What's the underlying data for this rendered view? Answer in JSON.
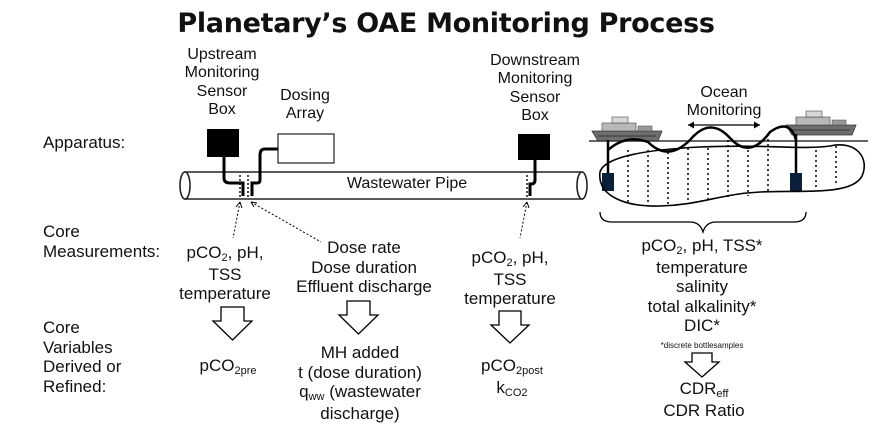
{
  "title": "Planetary’s OAE Monitoring Process",
  "rows": {
    "apparatus": "Apparatus:",
    "core_measurements": [
      "Core",
      "Measurements:"
    ],
    "core_variables": [
      "Core",
      "Variables",
      "Derived or",
      "Refined:"
    ]
  },
  "apparatus": {
    "upstream": [
      "Upstream",
      "Monitoring",
      "Sensor",
      "Box"
    ],
    "dosing": [
      "Dosing",
      "Array"
    ],
    "downstream": [
      "Downstream",
      "Monitoring",
      "Sensor",
      "Box"
    ],
    "ocean": [
      "Ocean",
      "Monitoring"
    ],
    "pipe": "Wastewater Pipe"
  },
  "measurements": {
    "upstream": {
      "p1": "pCO",
      "s1": "2",
      "p2": ", pH,",
      "l2": "TSS",
      "l3": "temperature"
    },
    "dosing": [
      "Dose rate",
      "Dose duration",
      "Effluent discharge"
    ],
    "downstream": {
      "p1": "pCO",
      "s1": "2",
      "p2": ", pH,",
      "l2": "TSS",
      "l3": "temperature"
    },
    "ocean": {
      "p1": "pCO",
      "s1": "2",
      "p2": ", pH, TSS*",
      "lines": [
        "temperature",
        "salinity",
        "total alkalinity*",
        "DIC*"
      ],
      "footnote": "*discrete bottlesamples"
    }
  },
  "variables": {
    "upstream": {
      "base": "pCO",
      "sub": "2pre"
    },
    "dosing": {
      "l1": "MH added",
      "l2": "t (dose duration)",
      "q": "q",
      "qsub": "ww",
      "qrest": " (wastewater",
      "l4": "discharge)"
    },
    "downstream": {
      "base": "pCO",
      "sub": "2post",
      "k": "k",
      "ksub": "CO2"
    },
    "ocean": {
      "base": "CDR",
      "sub": "eff",
      "l2": "CDR Ratio"
    }
  }
}
